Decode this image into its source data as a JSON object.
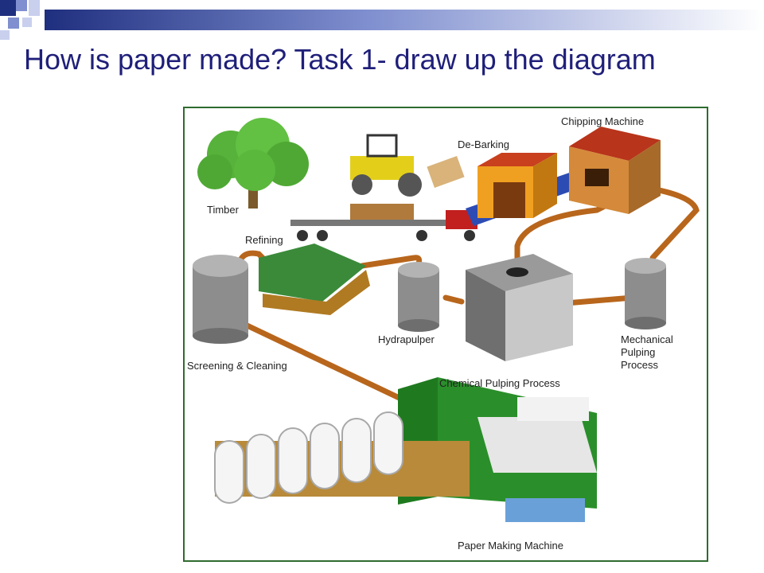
{
  "slide": {
    "title": "How is paper made? Task 1- draw up the diagram"
  },
  "diagram": {
    "labels": {
      "chipping_machine": "Chipping Machine",
      "de_barking": "De-Barking",
      "timber": "Timber",
      "refining": "Refining",
      "hydrapulper": "Hydrapulper",
      "mechanical_1": "Mechanical",
      "mechanical_2": "Pulping",
      "mechanical_3": "Process",
      "screening": "Screening & Cleaning",
      "chemical": "Chemical Pulping Process",
      "paper_machine": "Paper Making Machine"
    }
  },
  "colors": {
    "title": "#1f1f7a",
    "frame": "#2f6b2f",
    "pipe": "#b8661c",
    "machine_green": "#1f7a1f",
    "tank_grey": "#8d8d8d"
  }
}
